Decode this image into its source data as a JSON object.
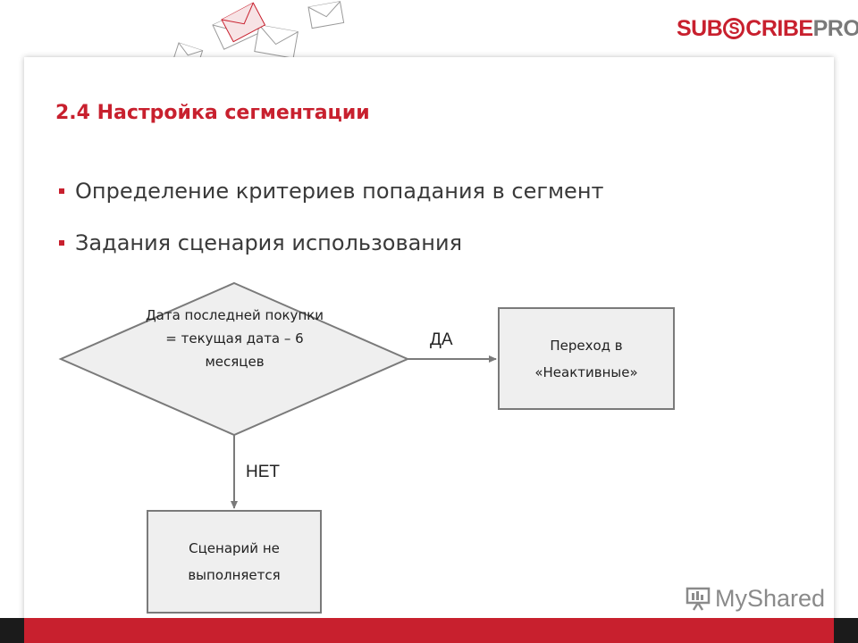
{
  "header": {
    "logo_part1": "SUB",
    "logo_s": "S",
    "logo_part2": "CRIBE",
    "logo_part3": "PRO"
  },
  "slide": {
    "title": "2.4 Настройка сегментации",
    "bullets": [
      "Определение критериев попадания в сегмент",
      "Задания сценария использования"
    ]
  },
  "diagram": {
    "decision": "Дата последней покупки = текущая дата – 6 месяцев",
    "yes_label": "ДА",
    "no_label": "НЕТ",
    "yes_target": "Переход в «Неактивные»",
    "no_target": "Сценарий не выполняется"
  },
  "watermark": {
    "text": "MyShared"
  },
  "colors": {
    "accent": "#c8202e",
    "box_fill": "#efefef",
    "box_border": "#7a7a7a",
    "text": "#3a3a3a"
  }
}
